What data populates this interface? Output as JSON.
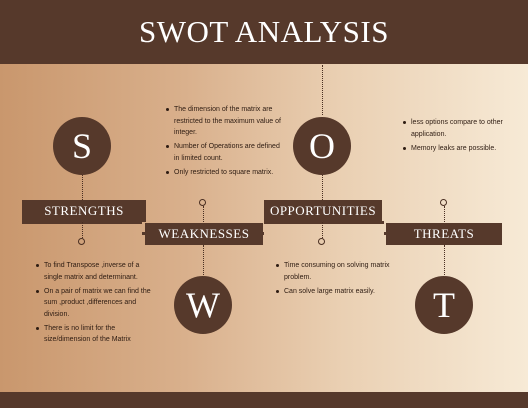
{
  "title": "SWOT ANALYSIS",
  "quadrants": {
    "strengths": {
      "letter": "S",
      "label": "STRENGTHS",
      "points": [
        "To find Transpose ,inverse of a single matrix and determinant.",
        "On a pair of matrix  we can find the sum ,product ,differences and division.",
        "There is no limit for the size/dimension of the Matrix"
      ]
    },
    "weaknesses": {
      "letter": "W",
      "label": "WEAKNESSES",
      "points": [
        "The dimension of the matrix are restricted to the maximum value of integer.",
        "Number of Operations are defined in limited count.",
        "Only restricted to square matrix."
      ]
    },
    "opportunities": {
      "letter": "O",
      "label": "OPPORTUNITIES",
      "points": [
        "Time consuming on solving matrix problem.",
        "Can solve large matrix easily."
      ]
    },
    "threats": {
      "letter": "T",
      "label": "THREATS",
      "points": [
        "less options compare to other application.",
        "Memory leaks are possible."
      ]
    }
  },
  "colors": {
    "primary": "#56392b",
    "gradient_left": "#c9976d",
    "gradient_right": "#f7ead6",
    "text": "#2e1c12"
  }
}
